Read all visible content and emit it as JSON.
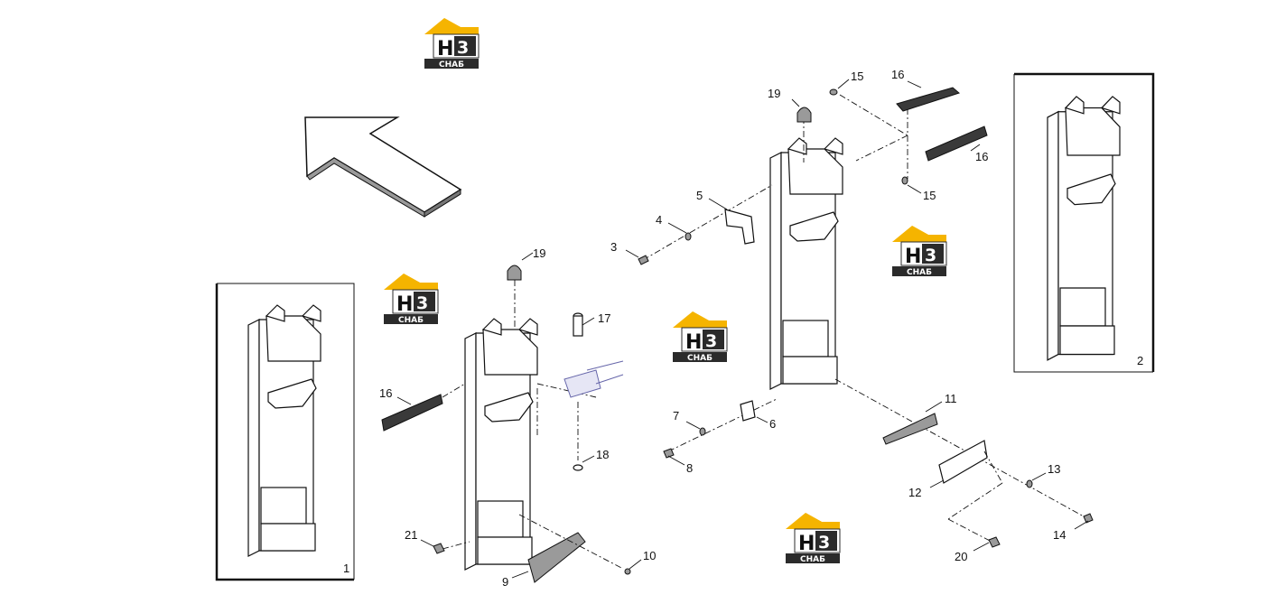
{
  "watermark": {
    "letters": "H3",
    "caption": "СНАБ",
    "colors": {
      "roof": "#f5b400",
      "box": "#2b2b2b",
      "text": "#ffffff"
    }
  },
  "insets": [
    {
      "number": "1"
    },
    {
      "number": "2"
    }
  ],
  "callouts": [
    {
      "id": "c3",
      "text": "3"
    },
    {
      "id": "c4",
      "text": "4"
    },
    {
      "id": "c5",
      "text": "5"
    },
    {
      "id": "c6",
      "text": "6"
    },
    {
      "id": "c7",
      "text": "7"
    },
    {
      "id": "c8",
      "text": "8"
    },
    {
      "id": "c9",
      "text": "9"
    },
    {
      "id": "c10",
      "text": "10"
    },
    {
      "id": "c11",
      "text": "11"
    },
    {
      "id": "c12",
      "text": "12"
    },
    {
      "id": "c13",
      "text": "13"
    },
    {
      "id": "c14",
      "text": "14"
    },
    {
      "id": "c15a",
      "text": "15"
    },
    {
      "id": "c15b",
      "text": "15"
    },
    {
      "id": "c16a",
      "text": "16"
    },
    {
      "id": "c16b",
      "text": "16"
    },
    {
      "id": "c16c",
      "text": "16"
    },
    {
      "id": "c17",
      "text": "17"
    },
    {
      "id": "c18",
      "text": "18"
    },
    {
      "id": "c19a",
      "text": "19"
    },
    {
      "id": "c19b",
      "text": "19"
    },
    {
      "id": "c20",
      "text": "20"
    },
    {
      "id": "c21",
      "text": "21"
    }
  ]
}
